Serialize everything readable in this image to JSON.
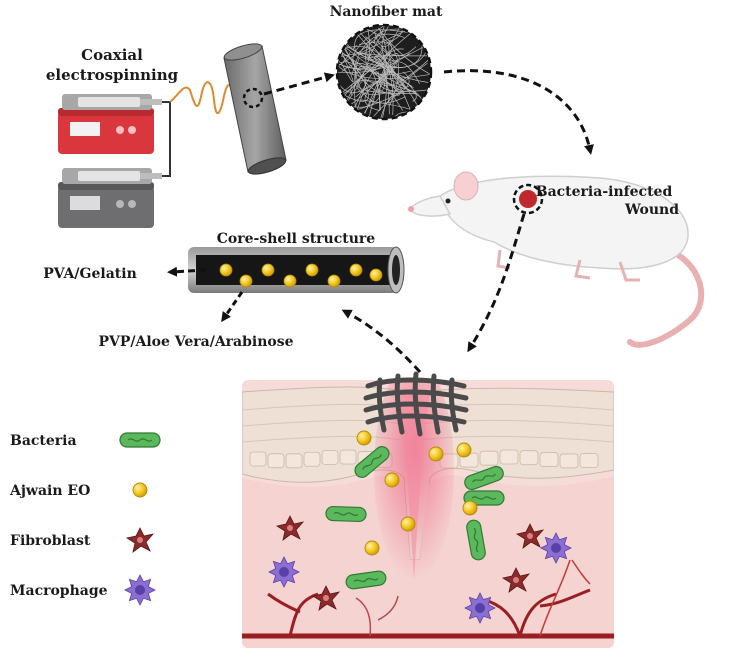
{
  "labels": {
    "coaxial_line1": "Coaxial",
    "coaxial_line2": "electrospinning",
    "nanofiber_mat": "Nanofiber mat",
    "wound_line1": "Bacteria-infected",
    "wound_line2": "Wound",
    "core_shell": "Core-shell structure",
    "shell": "PVA/Gelatin",
    "core": "PVP/Aloe Vera/Arabinose"
  },
  "legend": [
    {
      "label": "Bacteria",
      "icon": "bacteria-icon"
    },
    {
      "label": "Ajwain EO",
      "icon": "ajwain-eo-droplet-icon"
    },
    {
      "label": "Fibroblast",
      "icon": "fibroblast-icon"
    },
    {
      "label": "Macrophage",
      "icon": "macrophage-icon"
    }
  ],
  "colors": {
    "pump_red": "#d9363e",
    "pump_gray": "#6e6e70",
    "fiber_orange": "#e08a2e",
    "collector_gray": "#7d7d7d",
    "droplet_yellow": "#f2c318",
    "bacteria_green": "#5cb85c",
    "fibroblast_red": "#8b2a2a",
    "macrophage_purple": "#8a6fd1",
    "skin_pink": "#f3d6d2",
    "wound_red": "#c0282d"
  }
}
